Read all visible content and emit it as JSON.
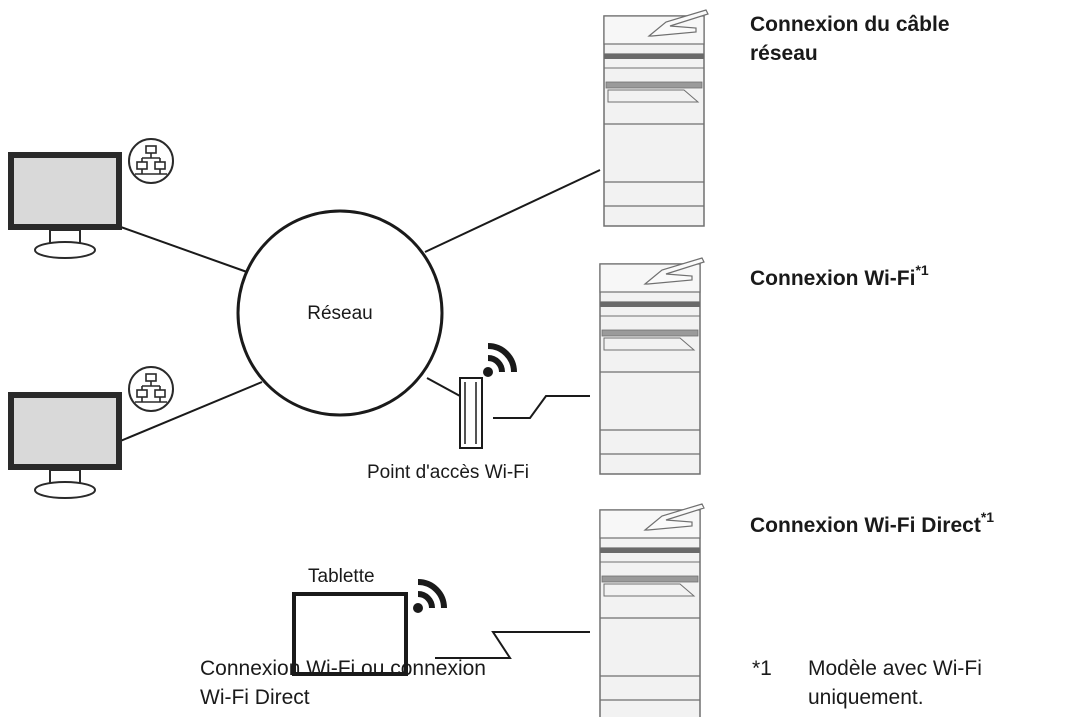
{
  "network": {
    "label": "Réseau"
  },
  "connections": {
    "cable": {
      "line1": "Connexion du câble",
      "line2": "réseau"
    },
    "wifi": {
      "label": "Connexion Wi-Fi",
      "note_mark": "*1"
    },
    "wifi_direct": {
      "label": "Connexion Wi-Fi Direct",
      "note_mark": "*1"
    }
  },
  "access_point": {
    "label": "Point d'accès Wi-Fi"
  },
  "tablet": {
    "label": "Tablette",
    "caption_line1": "Connexion Wi-Fi ou connexion",
    "caption_line2": "Wi-Fi Direct"
  },
  "footnote": {
    "marker": "*1",
    "line1": "Modèle avec Wi-Fi",
    "line2": "uniquement."
  },
  "icons": [
    "monitor-icon",
    "network-icon",
    "printer-icon",
    "wifi-signal-icon",
    "access-point-icon",
    "tablet-icon"
  ],
  "colors": {
    "line": "#1a1a1a",
    "screen": "#d9d9d9",
    "printer_body": "#f2f2f2",
    "printer_stroke": "#707070"
  }
}
